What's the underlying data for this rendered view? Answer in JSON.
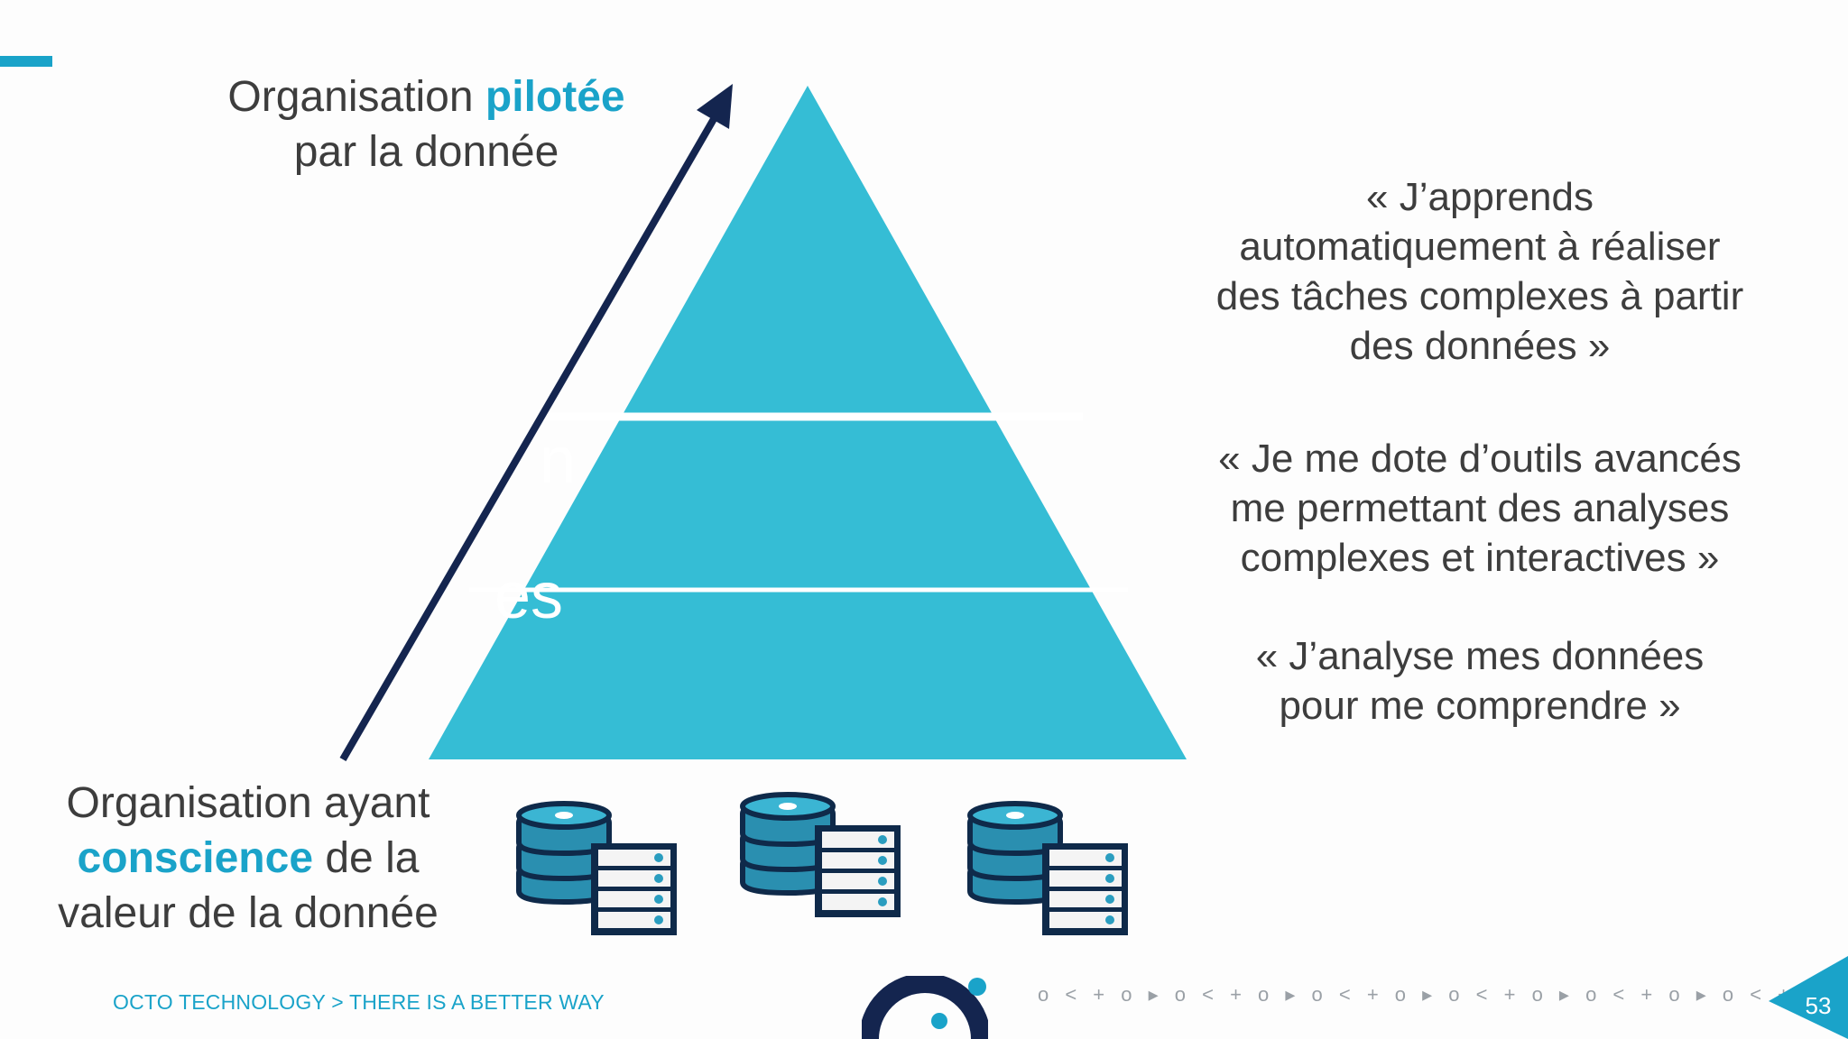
{
  "slide": {
    "top_label": {
      "prefix": "Organisation ",
      "highlight": "pilotée",
      "line2": "par la donnée"
    },
    "bottom_label": {
      "line1": "Organisation ayant",
      "highlight": "conscience",
      "line2_suffix": " de la",
      "line3": "valeur de la donnée"
    },
    "quotes": {
      "top": [
        "« J’apprends",
        "automatiquement à réaliser",
        "des tâches complexes à partir",
        "des données »"
      ],
      "middle": [
        "« Je me dote d’outils avancés",
        "me permettant des analyses",
        "complexes et interactives  »"
      ],
      "bottom": [
        "« J’analyse mes données",
        "pour me comprendre »"
      ]
    },
    "pyramid_ghost_text": [
      "n",
      "es"
    ],
    "database_icon": "database-server-icon"
  },
  "footer": {
    "tagline": "OCTO TECHNOLOGY > THERE IS A BETTER WAY",
    "pattern": "o < + o ▸ o < + o ▸ o < + o ▸ o < + o ▸ o < + o ▸ o < + o",
    "page_number": "53",
    "logo_icon": "octo-logo-icon"
  },
  "colors": {
    "accent": "#1aa3c9",
    "pyramid": "#35bdd5",
    "arrow": "#14254f",
    "text": "#3d3d3d"
  }
}
